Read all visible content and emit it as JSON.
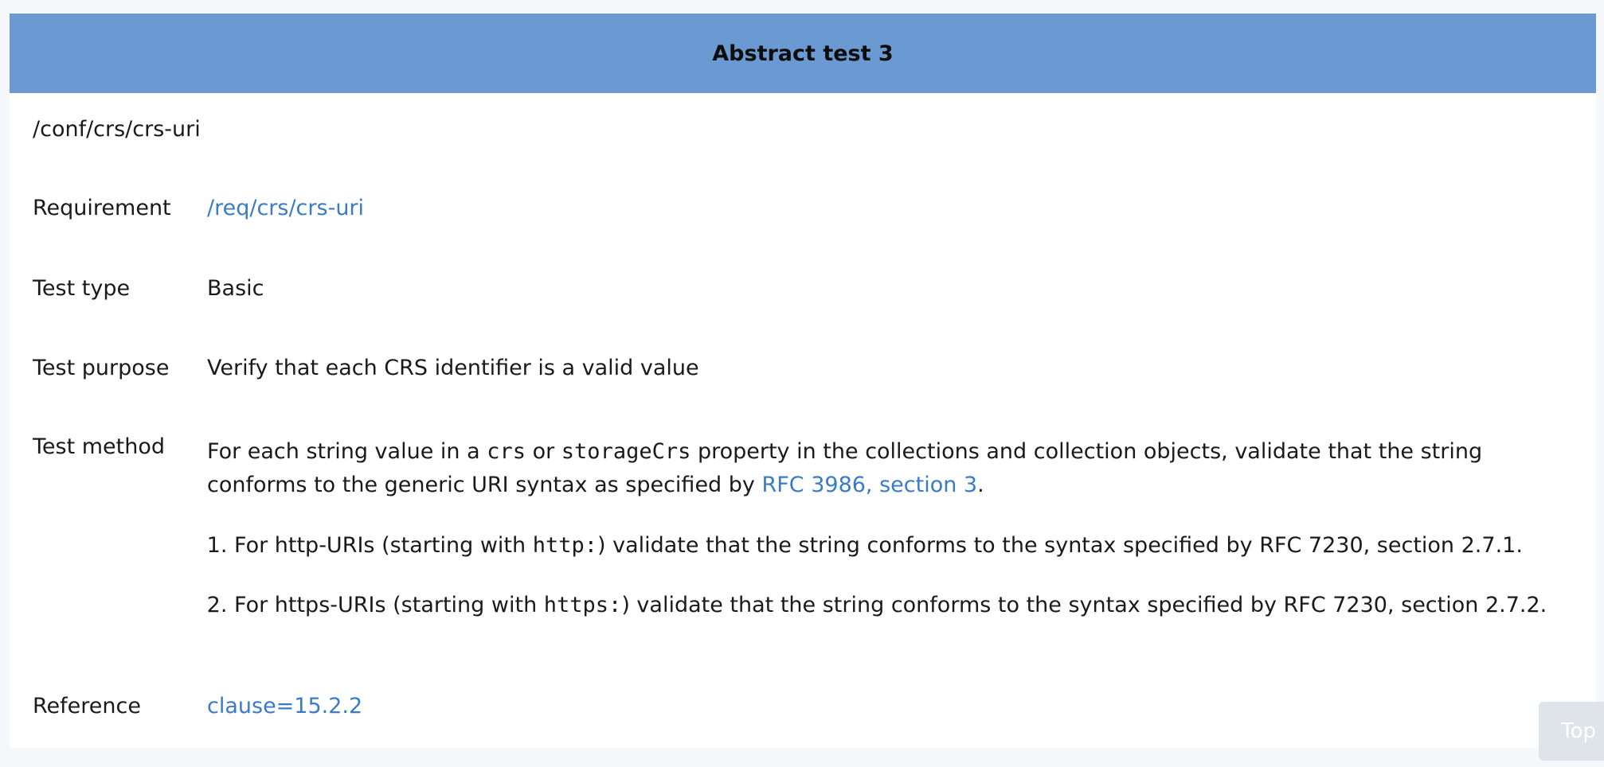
{
  "header": {
    "title": "Abstract test 3"
  },
  "test_id": "/conf/crs/crs-uri",
  "rows": {
    "requirement": {
      "label": "Requirement",
      "value": "/req/crs/crs-uri"
    },
    "test_type": {
      "label": "Test type",
      "value": "Basic"
    },
    "test_purpose": {
      "label": "Test purpose",
      "value": "Verify that each CRS identifier is a valid value"
    },
    "test_method": {
      "label": "Test method",
      "intro_1": "For each string value in a ",
      "code_1": "crs",
      "intro_2": " or ",
      "code_2": "storageCrs",
      "intro_3": " property in the collections and collection objects, validate that the string conforms to the generic URI syntax as specified by ",
      "link": "RFC 3986, section 3",
      "intro_4": ".",
      "steps": [
        {
          "pre": "For http-URIs (starting with ",
          "code": "http:",
          "post": ") validate that the string conforms to the syntax specified by RFC 7230, section 2.7.1."
        },
        {
          "pre": "For https-URIs (starting with ",
          "code": "https:",
          "post": ") validate that the string conforms to the syntax specified by RFC 7230, section 2.7.2."
        }
      ]
    },
    "reference": {
      "label": "Reference",
      "value": "clause=15.2.2"
    }
  },
  "top_button": {
    "label": "Top"
  },
  "colors": {
    "header_bg": "#6b9ad2",
    "link": "#3a7bc8",
    "page_bg": "#f5f7fa"
  }
}
